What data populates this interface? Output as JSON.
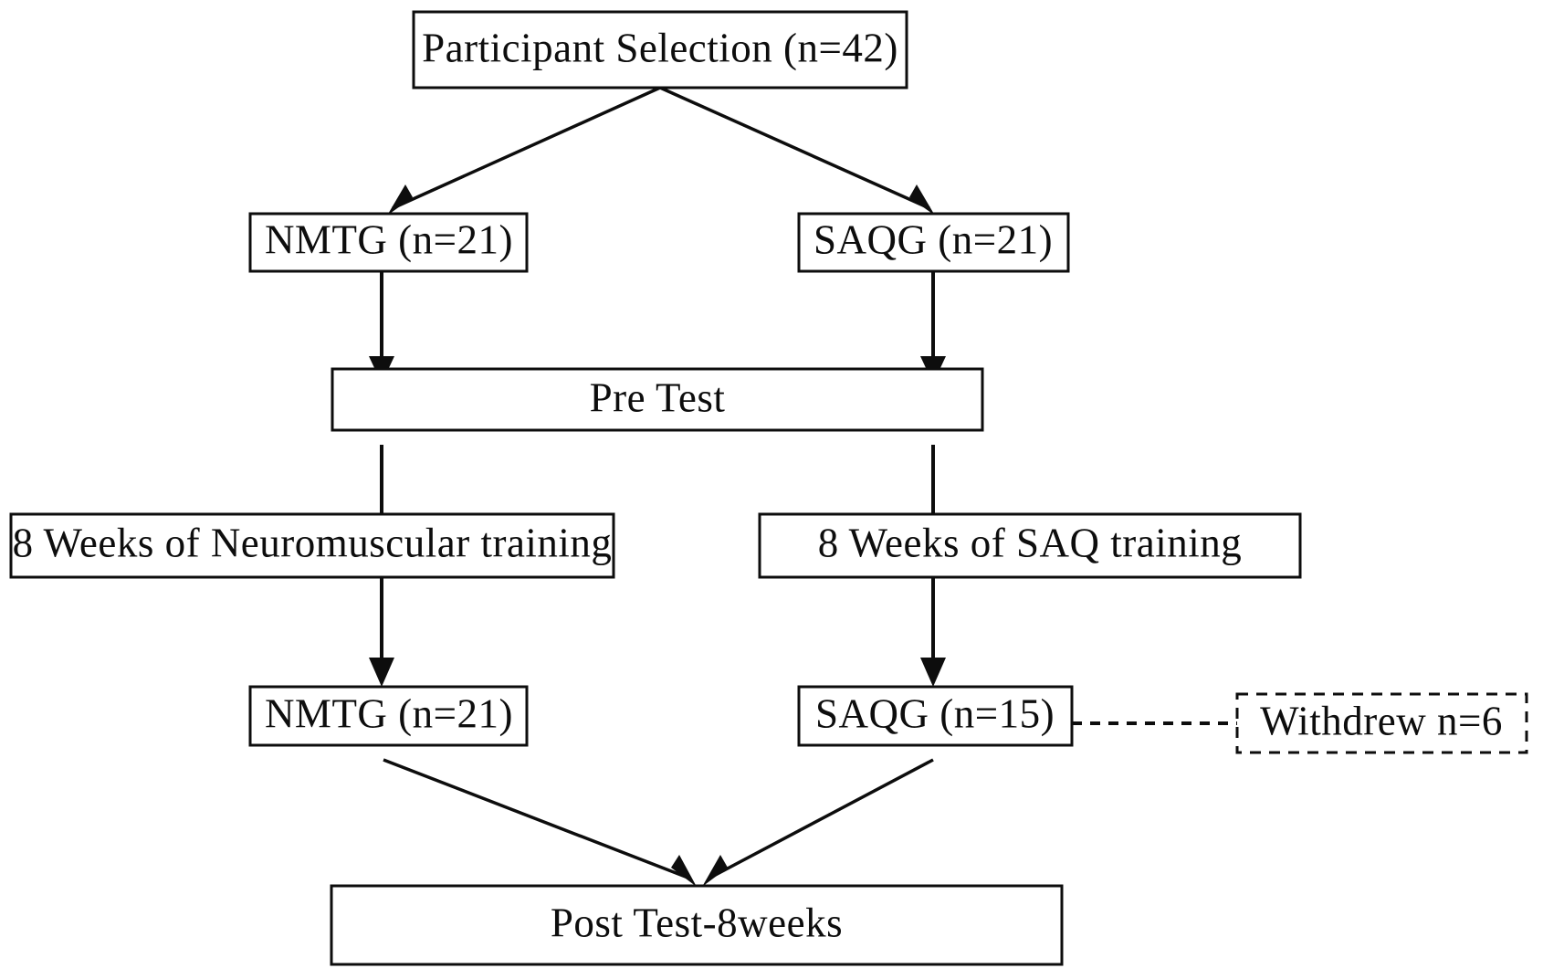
{
  "diagram": {
    "type": "flowchart",
    "title": "Study participant flow diagram",
    "orientation": "top-down",
    "background_color": "#ffffff",
    "line_color": "#0d0d0d",
    "nodes": [
      {
        "id": "participant-selection",
        "label": "Participant Selection (n=42)",
        "shape": "rectangle",
        "border": "solid"
      },
      {
        "id": "nmtg-top",
        "label": "NMTG (n=21)",
        "shape": "rectangle",
        "border": "solid"
      },
      {
        "id": "saqg-top",
        "label": "SAQG (n=21)",
        "shape": "rectangle",
        "border": "solid"
      },
      {
        "id": "pre-test",
        "label": "Pre Test",
        "shape": "rectangle",
        "border": "solid"
      },
      {
        "id": "neuromuscular-training",
        "label": "8 Weeks of Neuromuscular training",
        "shape": "rectangle",
        "border": "solid"
      },
      {
        "id": "saq-training",
        "label": "8 Weeks of SAQ training",
        "shape": "rectangle",
        "border": "solid"
      },
      {
        "id": "nmtg-bottom",
        "label": "NMTG (n=21)",
        "shape": "rectangle",
        "border": "solid"
      },
      {
        "id": "saqg-bottom",
        "label": "SAQG (n=15)",
        "shape": "rectangle",
        "border": "solid"
      },
      {
        "id": "withdrew",
        "label": "Withdrew n=6",
        "shape": "rectangle",
        "border": "dashed"
      },
      {
        "id": "post-test",
        "label": "Post Test-8weeks",
        "shape": "rectangle",
        "border": "solid"
      }
    ],
    "edges": [
      {
        "from": "participant-selection",
        "to": "nmtg-top",
        "style": "solid",
        "arrow": true
      },
      {
        "from": "participant-selection",
        "to": "saqg-top",
        "style": "solid",
        "arrow": true
      },
      {
        "from": "nmtg-top",
        "to": "pre-test",
        "style": "solid",
        "arrow": true
      },
      {
        "from": "saqg-top",
        "to": "pre-test",
        "style": "solid",
        "arrow": true
      },
      {
        "from": "pre-test",
        "to": "neuromuscular-training",
        "style": "solid",
        "arrow": true
      },
      {
        "from": "pre-test",
        "to": "saq-training",
        "style": "solid",
        "arrow": true
      },
      {
        "from": "neuromuscular-training",
        "to": "nmtg-bottom",
        "style": "solid",
        "arrow": true
      },
      {
        "from": "saq-training",
        "to": "saqg-bottom",
        "style": "solid",
        "arrow": true
      },
      {
        "from": "saqg-bottom",
        "to": "withdrew",
        "style": "dashed",
        "arrow": false
      },
      {
        "from": "nmtg-bottom",
        "to": "post-test",
        "style": "solid",
        "arrow": true
      },
      {
        "from": "saqg-bottom",
        "to": "post-test",
        "style": "solid",
        "arrow": true
      }
    ]
  }
}
